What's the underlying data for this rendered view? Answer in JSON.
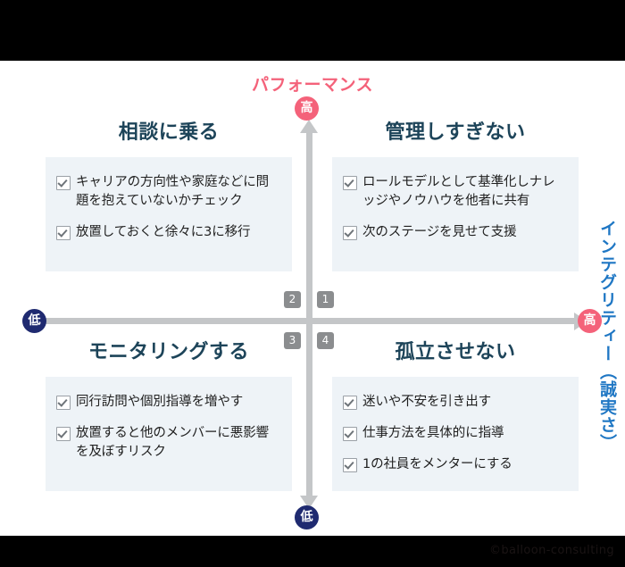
{
  "bands": {
    "watermark": "©balloon-consulting"
  },
  "axes": {
    "vertical_title": "パフォーマンス",
    "horizontal_title": "インテグリティー（誠実さ）",
    "vertical_high": "高",
    "vertical_low": "低",
    "horizontal_low": "低",
    "horizontal_high": "高"
  },
  "quadrant_numbers": {
    "q1": "1",
    "q2": "2",
    "q3": "3",
    "q4": "4"
  },
  "quadrants": {
    "top_left": {
      "title": "相談に乗る",
      "items": [
        "キャリアの方向性や家庭などに問題を抱えていないかチェック",
        "放置しておくと徐々に3に移行"
      ]
    },
    "top_right": {
      "title": "管理しすぎない",
      "items": [
        "ロールモデルとして基準化しナレッジやノウハウを他者に共有",
        "次のステージを見せて支援"
      ]
    },
    "bottom_left": {
      "title": "モニタリングする",
      "items": [
        "同行訪問や個別指導を増やす",
        "放置すると他のメンバーに悪影響を及ぼすリスク"
      ]
    },
    "bottom_right": {
      "title": "孤立させない",
      "items": [
        "迷いや不安を引き出す",
        "仕事方法を具体的に指導",
        "1の社員をメンターにする"
      ]
    }
  },
  "colors": {
    "performance_accent": "#f4627a",
    "integrity_accent": "#1f77c4",
    "quadrant_title": "#1d4459",
    "badge_navy": "#1f2a70",
    "box_bg": "#eef3f7",
    "axis_gray": "#c4c6c8",
    "qnum_gray": "#8b8d8f"
  }
}
